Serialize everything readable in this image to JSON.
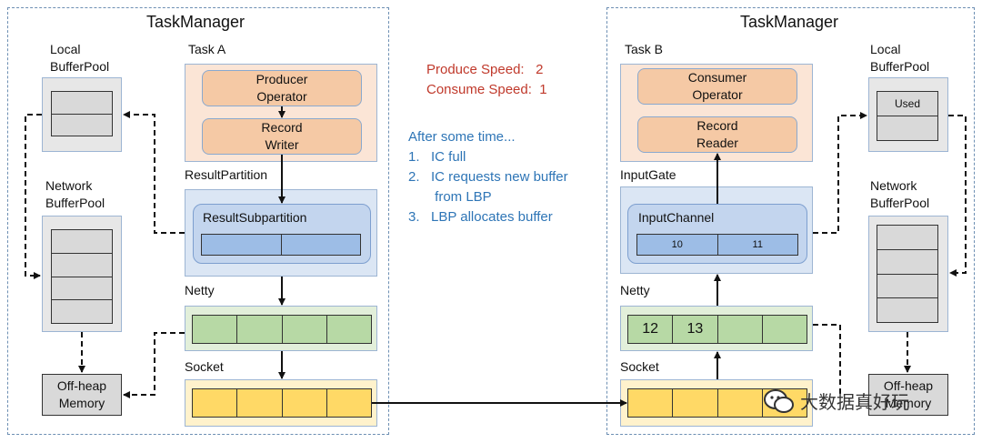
{
  "left": {
    "title": "TaskManager",
    "task_label": "Task A",
    "producer_operator": "Producer\nOperator",
    "record_writer": "Record\nWriter",
    "result_partition_label": "ResultPartition",
    "result_subpartition_label": "ResultSubpartition",
    "netty_label": "Netty",
    "socket_label": "Socket",
    "local_pool_label": "Local\nBufferPool",
    "network_pool_label": "Network\nBufferPool",
    "offheap_label": "Off-heap\nMemory"
  },
  "right": {
    "title": "TaskManager",
    "task_label": "Task B",
    "consumer_operator": "Consumer\nOperator",
    "record_reader": "Record\nReader",
    "input_gate_label": "InputGate",
    "input_channel_label": "InputChannel",
    "input_channel_cells": [
      "10",
      "11"
    ],
    "netty_label": "Netty",
    "netty_cells": [
      "12",
      "13",
      "",
      ""
    ],
    "socket_label": "Socket",
    "local_pool_label": "Local\nBufferPool",
    "local_pool_used": "Used",
    "network_pool_label": "Network\nBufferPool",
    "offheap_label": "Off-heap\nMemory"
  },
  "speeds": {
    "produce": "Produce Speed:   2",
    "consume": "Consume Speed:  1"
  },
  "notes": {
    "heading": "After some time...",
    "items": [
      "1.   IC full",
      "2.   IC requests new buffer",
      "       from LBP",
      "3.   LBP allocates buffer"
    ]
  },
  "watermark": "大数据真好玩",
  "colors": {
    "task_bg": "#fbe5d6",
    "operator": "#f5c9a5",
    "subpartition_cells": "#9dbde6",
    "netty_cells": "#b7d9a5",
    "socket_cells": "#ffd966",
    "buffer_cells": "#d9d9d9",
    "speed_text": "#c0392b",
    "note_text": "#2e75b6"
  }
}
